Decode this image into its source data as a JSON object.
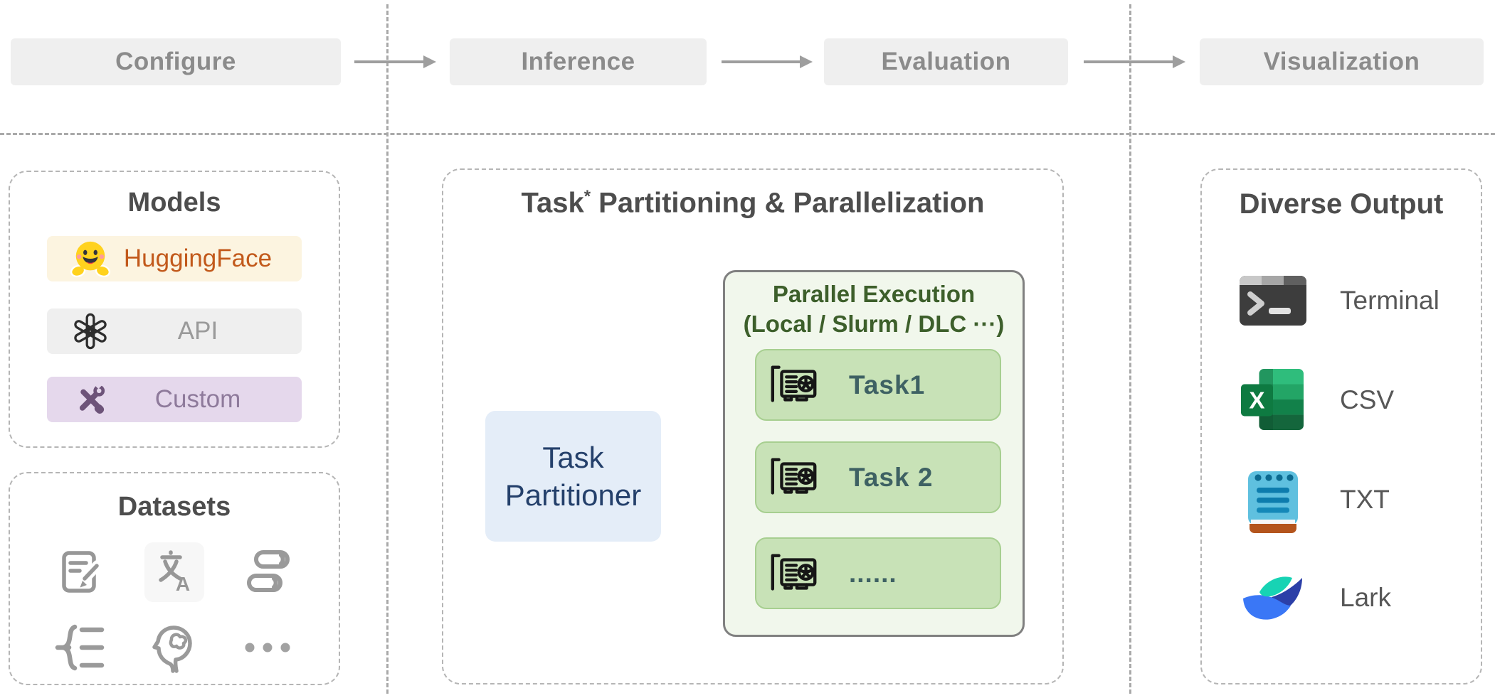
{
  "header": {
    "stages": [
      {
        "label": "Configure"
      },
      {
        "label": "Inference"
      },
      {
        "label": "Evaluation"
      },
      {
        "label": "Visualization"
      }
    ]
  },
  "models": {
    "title": "Models",
    "items": [
      {
        "label": "HuggingFace",
        "icon": "huggingface-emoji"
      },
      {
        "label": "API",
        "icon": "openai-logo"
      },
      {
        "label": "Custom",
        "icon": "crossed-tools-icon"
      }
    ]
  },
  "datasets": {
    "title": "Datasets",
    "icons": [
      "document-edit-icon",
      "translate-icon",
      "books-icon",
      "tree-list-icon",
      "head-brain-icon",
      "ellipsis-icon"
    ],
    "translate_letter": "A"
  },
  "partitioning": {
    "title_task": "Task",
    "title_asterisk": "*",
    "title_rest": " Partitioning & Parallelization",
    "partitioner": {
      "line1": "Task",
      "line2": "Partitioner"
    },
    "execution": {
      "title": "Parallel Execution",
      "subtitle": "(Local / Slurm / DLC ···)",
      "tasks": [
        {
          "label": "Task1",
          "icon": "gpu-icon"
        },
        {
          "label": "Task 2",
          "icon": "gpu-icon"
        },
        {
          "label": "......",
          "icon": "gpu-icon"
        }
      ]
    }
  },
  "output": {
    "title": "Diverse Output",
    "items": [
      {
        "label": "Terminal",
        "icon": "terminal-icon"
      },
      {
        "label": "CSV",
        "icon": "excel-icon",
        "icon_letter": "X"
      },
      {
        "label": "TXT",
        "icon": "notepad-icon"
      },
      {
        "label": "Lark",
        "icon": "lark-icon"
      }
    ]
  },
  "colors": {
    "stage_box_bg": "#efefef",
    "stage_box_text": "#8b8b8b",
    "huggingface_bg": "#fcf4e0",
    "huggingface_text": "#c2591b",
    "api_bg": "#efefef",
    "api_text": "#9a9a9a",
    "custom_bg": "#e5d8ec",
    "custom_text": "#8e7a9b",
    "custom_icon": "#6d5379",
    "partitioner_bg": "#e4edf8",
    "partitioner_text": "#24406b",
    "execution_bg": "#f1f7ec",
    "execution_border": "#808080",
    "execution_title": "#3d5f2b",
    "task_bg": "#c8e2b7",
    "task_border": "#a7cf90",
    "task_text": "#3e6163",
    "arrow": "#a4a4a4",
    "dashed_line": "#a9a9a9",
    "excel_green": "#0e7a41",
    "notepad_blue": "#5fc0df",
    "notepad_orange": "#b4551d",
    "lark_teal": "#17d3b4",
    "lark_blue": "#3a77f6",
    "terminal_dark": "#3d3d3d"
  }
}
